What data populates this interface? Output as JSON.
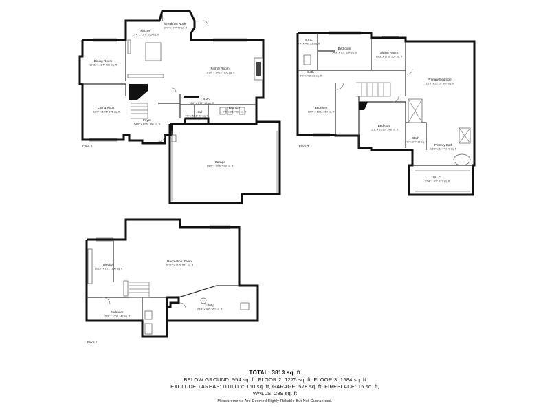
{
  "floors": [
    {
      "label": "Floor 2",
      "rooms": [
        {
          "name": "Breakfast Nook",
          "dims": "10'0\" x 8'4\" 77 sq. ft"
        },
        {
          "name": "Kitchen",
          "dims": "17'4\" x 17'7\" 259 sq. ft"
        },
        {
          "name": "Dining Room",
          "dims": "11'11\" x 11'4\" 130 sq. ft"
        },
        {
          "name": "Family Room",
          "dims": "19'10\" x 14'10\" 300 sq. ft"
        },
        {
          "name": "Living Room",
          "dims": "12'7\" x 13'5\" 175 sq. ft"
        },
        {
          "name": "Bath",
          "dims": "4'8\" x 2'11\" 18 sq. ft"
        },
        {
          "name": "Hall",
          "dims": "4'6\" x 5'11\" 42 sq. ft"
        },
        {
          "name": "Laundry",
          "dims": "9'0\" x 8'11\" 68 sq. ft"
        },
        {
          "name": "Foyer",
          "dims": "14'6\" x 12'6\" 180 sq. ft"
        },
        {
          "name": "Garage",
          "dims": "29'2\" x 20'6\" 578 sq. ft"
        }
      ]
    },
    {
      "label": "Floor 3",
      "rooms": [
        {
          "name": "W.I.C.",
          "dims": "4'4\" x 4'8\" 23 sq. ft"
        },
        {
          "name": "Bedroom",
          "dims": "14'5\" x 9'3\" 134 sq. ft"
        },
        {
          "name": "Sitting Room",
          "dims": "19'3\" x 17'3\" 251 sq. ft"
        },
        {
          "name": "Primary Bedroom",
          "dims": "16'6\" x 22'10\" 347 sq. ft"
        },
        {
          "name": "Bath",
          "dims": "8'0\" x 4'3\" 23 sq. ft"
        },
        {
          "name": "Bedroom",
          "dims": "12'7\" x 13'1\" 168 sq. ft"
        },
        {
          "name": "Bedroom",
          "dims": "12'8\" x 13'10\" 148 sq. ft"
        },
        {
          "name": "Bath",
          "dims": "4'6\" x 3'4\" 15 sq. ft"
        },
        {
          "name": "Primary Bath",
          "dims": "13'3\" x 11'4\" 149 sq. ft"
        },
        {
          "name": "W.I.C.",
          "dims": "17'4\" x 8'2\" 123 sq. ft"
        }
      ]
    },
    {
      "label": "Floor 1",
      "rooms": [
        {
          "name": "Wet Bar",
          "dims": "10'10\" x 15'1\" 150 sq. ft"
        },
        {
          "name": "Recreation Room",
          "dims": "29'11\" x 21'5\" 551 sq. ft"
        },
        {
          "name": "Bedroom",
          "dims": "15'3\" x 10'9\" 142 sq. ft"
        },
        {
          "name": "Utility",
          "dims": "23'4\" x 9'2\" 160 sq. ft"
        }
      ]
    }
  ],
  "summary": {
    "total": "TOTAL: 3813 sq. ft",
    "below": "BELOW GROUND: 954 sq. ft, FLOOR 2: 1275 sq. ft, FLOOR 3: 1584 sq. ft",
    "excluded": "EXCLUDED AREAS: UTILITY: 160 sq. ft, GARAGE: 578 sq. ft, FIREPLACE: 15 sq. ft,",
    "walls": "WALLS: 289 sq. ft",
    "disclaimer": "Measurements Are Deemed Highly Reliable But Not Guaranteed."
  }
}
